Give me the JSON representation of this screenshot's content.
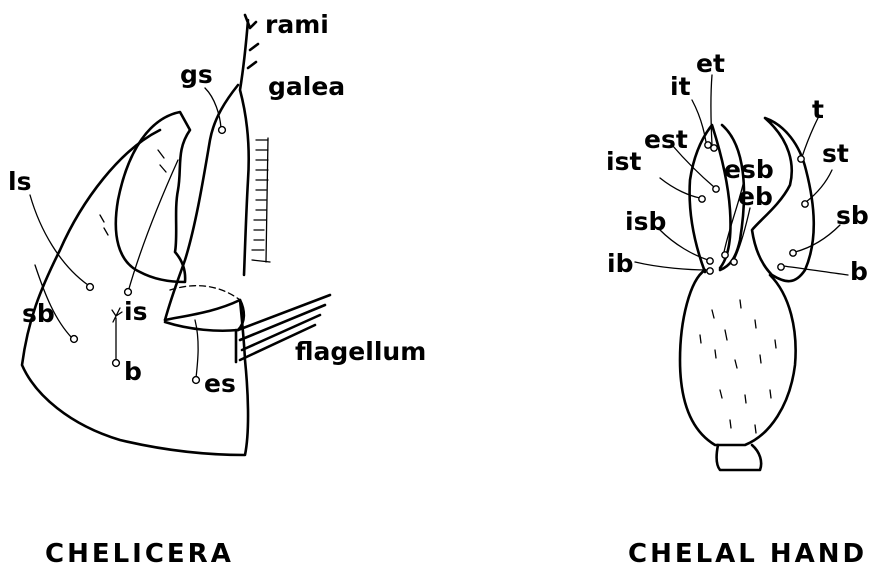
{
  "chelicera": {
    "caption": "CHELICERA",
    "labels": {
      "rami": "rami",
      "galea": "galea",
      "gs": "gs",
      "ls": "ls",
      "sb": "sb",
      "is": "is",
      "b": "b",
      "es": "es",
      "flagellum": "flagellum"
    }
  },
  "chelal_hand": {
    "caption": "CHELAL HAND",
    "labels": {
      "it": "it",
      "et": "et",
      "est": "est",
      "ist": "ist",
      "esb": "esb",
      "eb": "eb",
      "isb": "isb",
      "ib": "ib",
      "t": "t",
      "st": "st",
      "sb": "sb",
      "b": "b"
    }
  }
}
